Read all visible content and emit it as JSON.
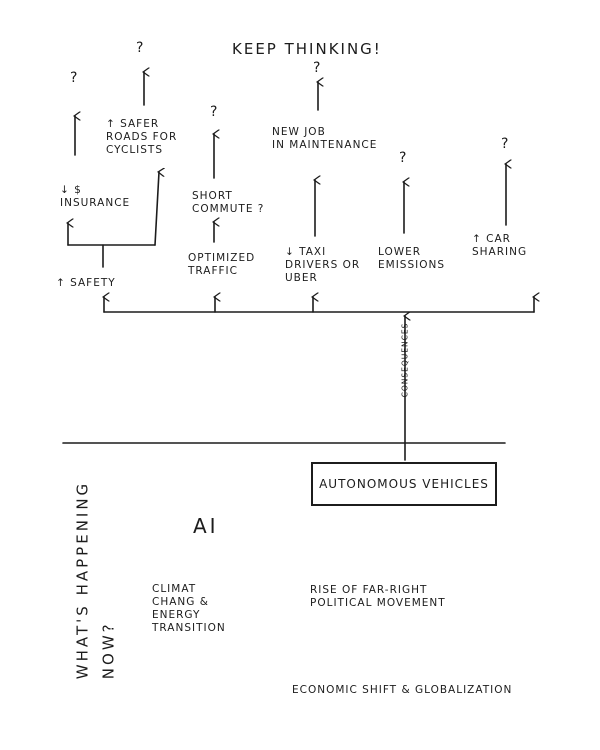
{
  "title": "KEEP THINKING!",
  "source": "AUTONOMOUS VEHICLES",
  "connector_label": "CONSEQUENCES",
  "consequences": {
    "safety": "↑ SAFETY",
    "traffic": "OPTIMIZED\nTRAFFIC",
    "taxi": "↓ TAXI\nDRIVERS OR\nUBER",
    "emissions": "LOWER\nEMISSIONS",
    "car_sharing": "↑ CAR\nSHARING"
  },
  "second_order": {
    "insurance": "↓ $\nINSURANCE",
    "safer_roads": "↑ SAFER\nROADS FOR\nCYCLISTS",
    "short_commute": "SHORT\nCOMMUTE ?",
    "new_job": "NEW JOB\nIN MAINTENANCE"
  },
  "question_mark": "?",
  "now_section": {
    "heading": "WHAT'S HAPPENING\nNOW?",
    "ai": "AI",
    "climate": "CLIMAT\nCHANG &\nENERGY\nTRANSITION",
    "far_right": "RISE OF FAR-RIGHT\nPOLITICAL MOVEMENT",
    "economic": "ECONOMIC SHIFT & GLOBALIZATION"
  }
}
